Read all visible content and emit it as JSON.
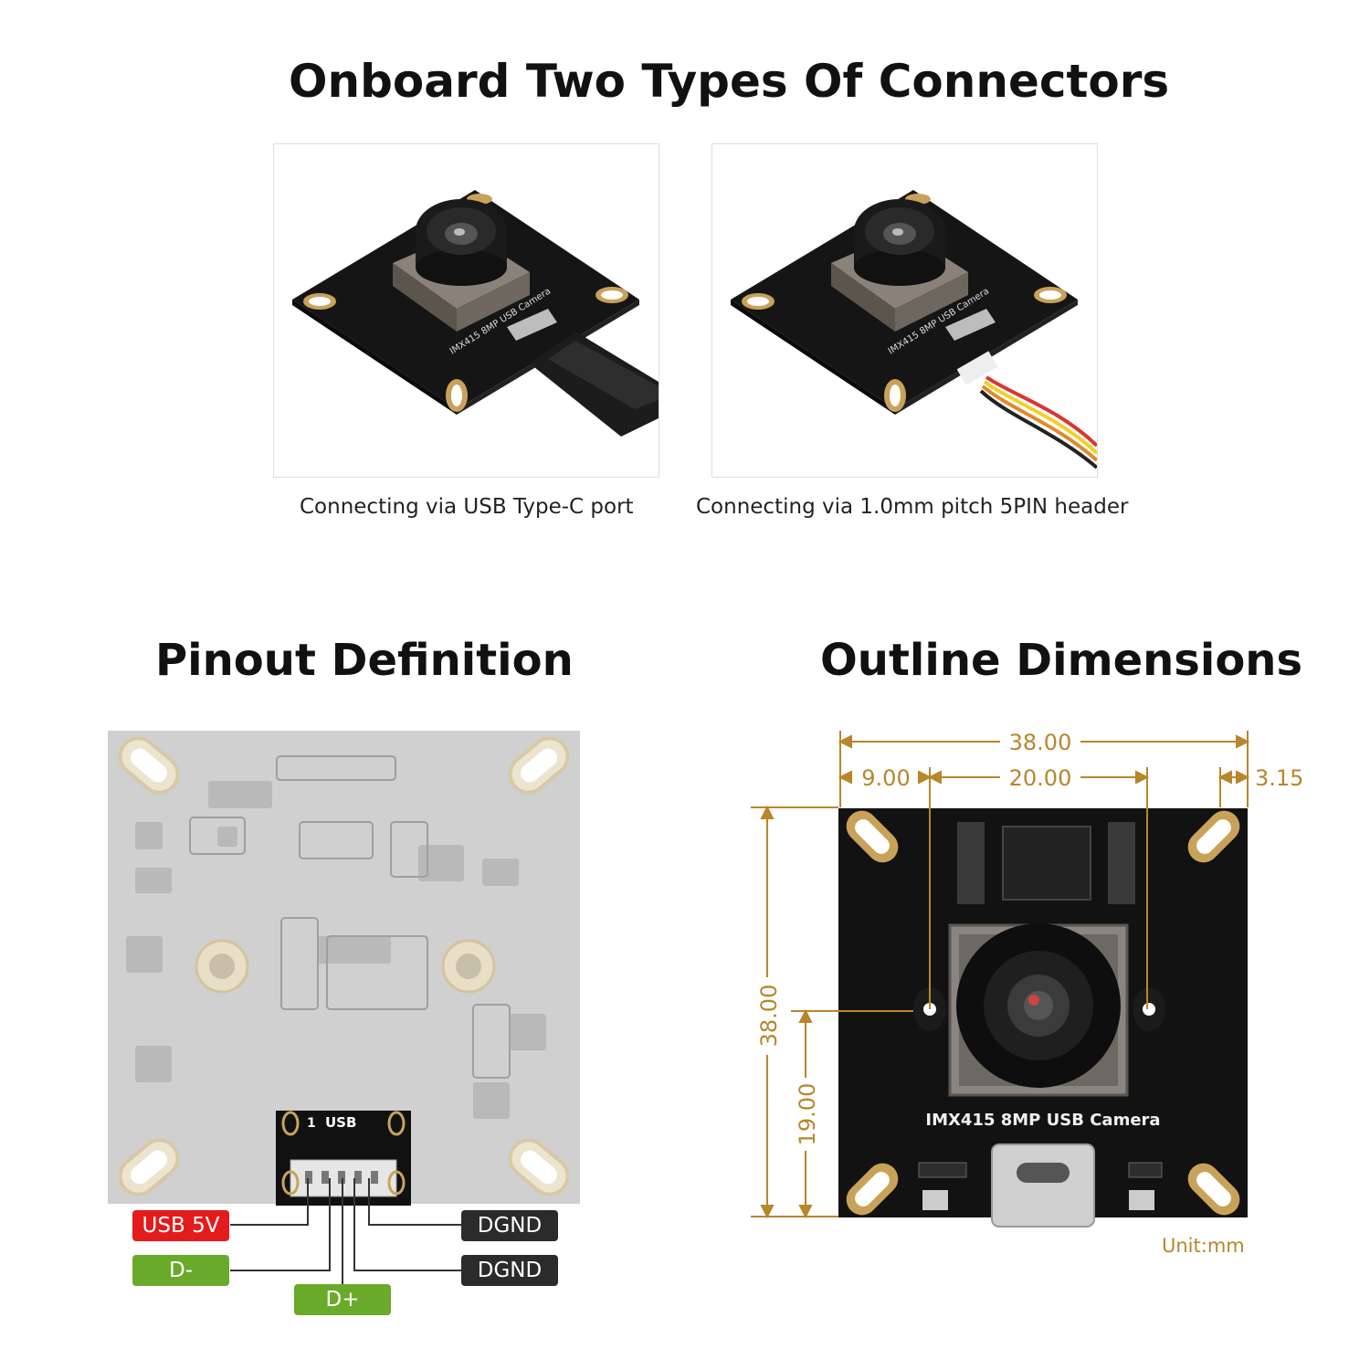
{
  "header": {
    "title": "Onboard Two Types Of Connectors"
  },
  "connectors": [
    {
      "caption": "Connecting via USB Type-C port"
    },
    {
      "caption": "Connecting via 1.0mm pitch 5PIN header"
    }
  ],
  "board_silk": "IMX415 8MP USB Camera",
  "pinout": {
    "title": "Pinout Definition",
    "connector_pin_one": "1",
    "connector_label": "USB",
    "pins": {
      "usb5v": "USB 5V",
      "dminus": "D-",
      "dplus": "D+",
      "dgnd1": "DGND",
      "dgnd2": "DGND"
    },
    "colors": {
      "usb5v": "#e31b1b",
      "data": "#6aaa2a",
      "gnd": "#2b2b2b"
    }
  },
  "dimensions": {
    "title": "Outline Dimensions",
    "width_total": "38.00",
    "left_offset": "9.00",
    "lens_width": "20.00",
    "hole_offset": "3.15",
    "height_total": "38.00",
    "hole_height": "19.00",
    "unit": "Unit:mm",
    "accent_color": "#b8862b"
  }
}
